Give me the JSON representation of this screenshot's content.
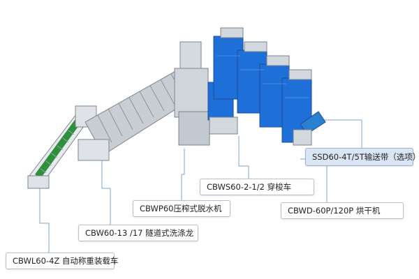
{
  "diagram": {
    "labels": {
      "conveyor_belt": "SSD60-4T/5T输送带（选项）",
      "shuttle_cart": "CBWS60-2-1/2 穿梭车",
      "dryer": "CBWD-60P/120P   烘干机",
      "press": "CBWP60压榨式脱水机",
      "tunnel_washer": "CBW60-13 /17 隧道式洗涤龙",
      "loading_conveyor": "CBWL60-4Z 自动称重装载车"
    },
    "colors": {
      "dryer_blue": "#1f6fd8",
      "tunnel_gray": "#c9ced4",
      "loading_green": "#2f8f3a",
      "leader_line": "#7ea6cf",
      "highlight_fill": "#dbe6f5"
    }
  }
}
